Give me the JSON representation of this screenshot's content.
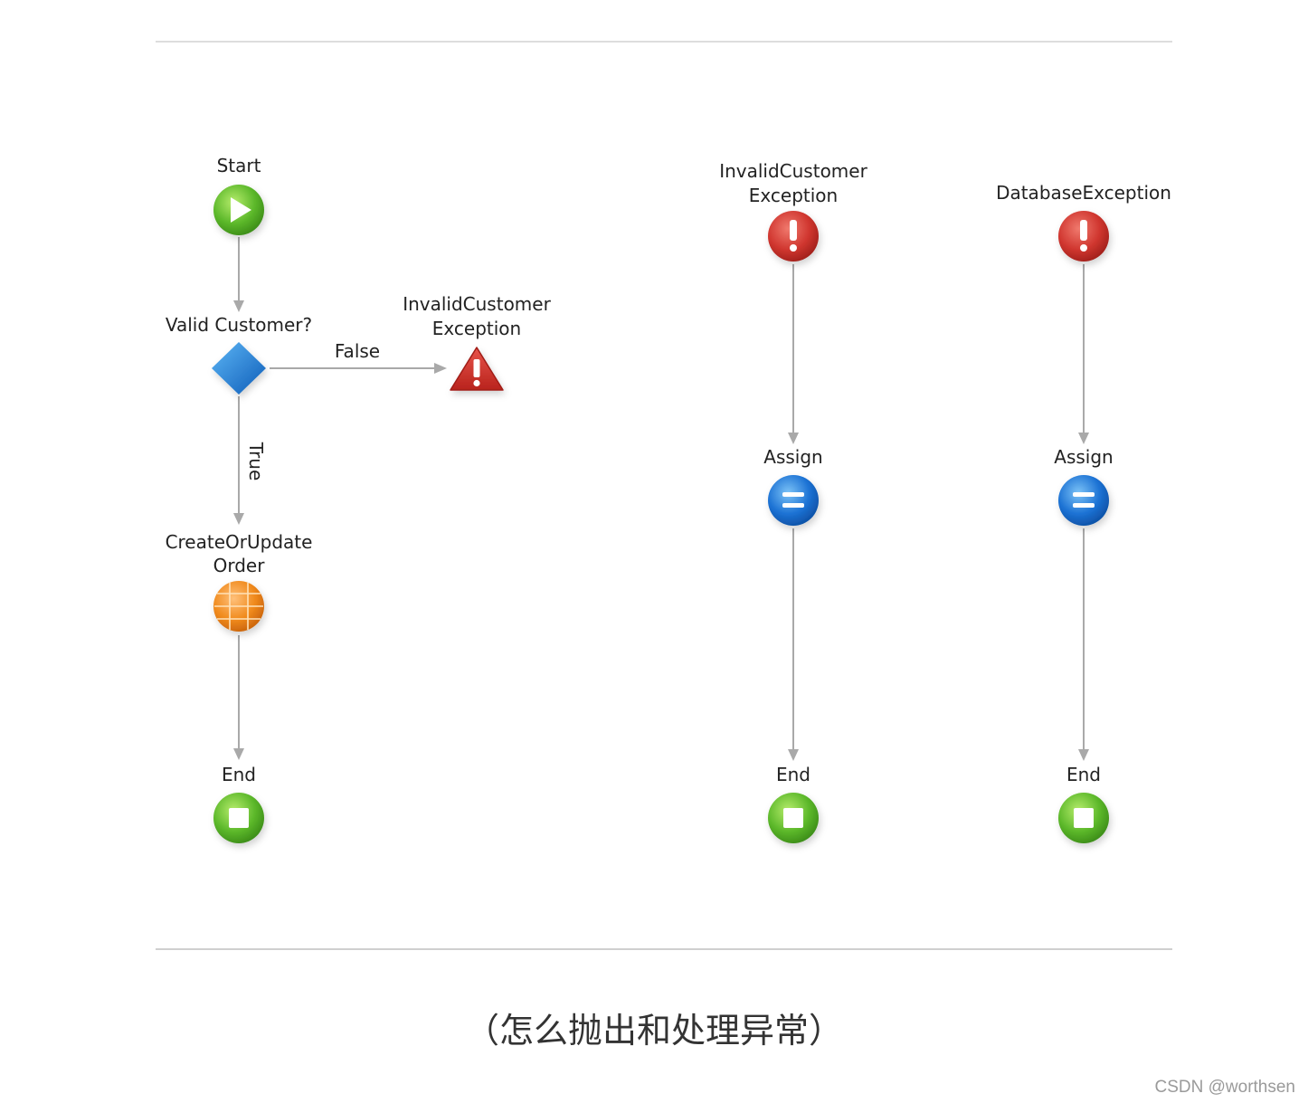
{
  "colors": {
    "rule": "#dddddd",
    "edge": "#a9a9a9",
    "start_end": "#5cb82a",
    "exception": "#c9302c",
    "decision": "#1f7bd6",
    "assign": "#1a6fd0",
    "action": "#f08a1c"
  },
  "flows": {
    "main": {
      "start": {
        "label": "Start",
        "icon": "play-icon"
      },
      "decision": {
        "label": "Valid Customer?",
        "icon": "diamond-icon"
      },
      "false_label": "False",
      "true_label": "True",
      "raise_exception": {
        "line1": "InvalidCustomer",
        "line2": "Exception",
        "icon": "warning-icon"
      },
      "action": {
        "line1": "CreateOrUpdate",
        "line2": "Order",
        "icon": "grid-sphere-icon"
      },
      "end": {
        "label": "End",
        "icon": "stop-icon"
      }
    },
    "handler_invalid": {
      "title_line1": "InvalidCustomer",
      "title_line2": "Exception",
      "assign": "Assign",
      "end": "End"
    },
    "handler_database": {
      "title": "DatabaseException",
      "assign": "Assign",
      "end": "End"
    }
  },
  "caption": "（怎么抛出和处理异常）",
  "watermark": "CSDN @worthsen"
}
